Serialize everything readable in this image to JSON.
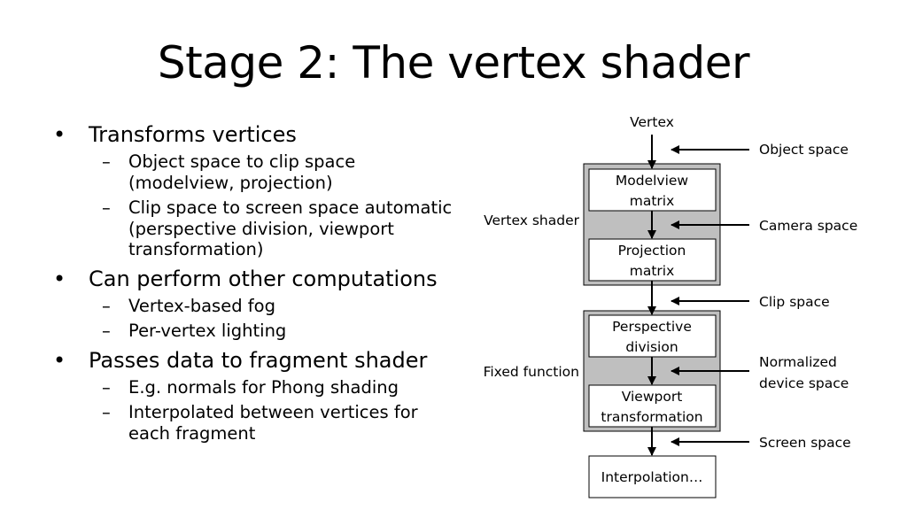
{
  "slide": {
    "title": "Stage 2: The vertex shader",
    "bullets": [
      {
        "text": "Transforms vertices",
        "subs": [
          "Object space to clip space (modelview, projection)",
          "Clip space to screen space automatic (perspective division, viewport transformation)"
        ]
      },
      {
        "text": "Can perform other computations",
        "subs": [
          "Vertex-based fog",
          "Per-vertex lighting"
        ]
      },
      {
        "text": "Passes data to fragment shader",
        "subs": [
          "E.g. normals for Phong shading",
          "Interpolated between vertices for each fragment"
        ]
      }
    ]
  },
  "diagram": {
    "vertex_label": "Vertex",
    "group_labels": {
      "vertex_shader": "Vertex shader",
      "fixed_function": "Fixed function"
    },
    "boxes": {
      "modelview": [
        "Modelview",
        "matrix"
      ],
      "projection": [
        "Projection",
        "matrix"
      ],
      "perspective": [
        "Perspective",
        "division"
      ],
      "viewport": [
        "Viewport",
        "transformation"
      ],
      "interpolation": "Interpolation…"
    },
    "spaces": {
      "object": "Object space",
      "camera": "Camera space",
      "clip": "Clip space",
      "ndc": [
        "Normalized",
        "device space"
      ],
      "screen": "Screen space"
    },
    "colors": {
      "group_fill": "#bfbfbf",
      "box_fill": "#ffffff",
      "stroke": "#000000"
    }
  }
}
